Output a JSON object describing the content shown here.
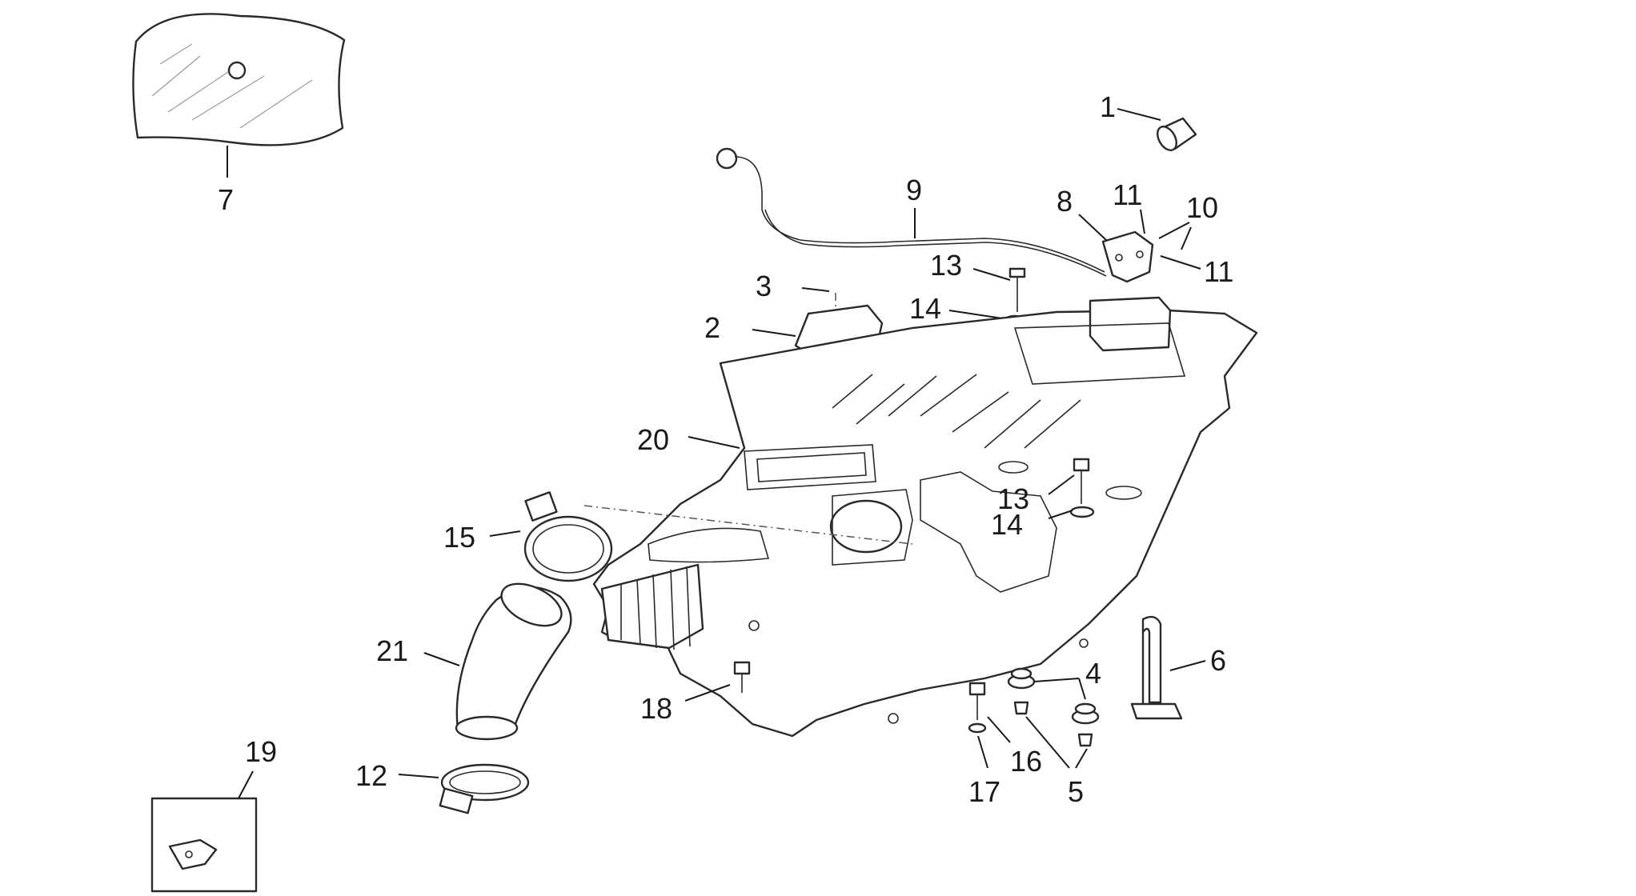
{
  "callouts": [
    {
      "id": "1",
      "label": "1"
    },
    {
      "id": "2",
      "label": "2"
    },
    {
      "id": "3",
      "label": "3"
    },
    {
      "id": "4",
      "label": "4"
    },
    {
      "id": "5",
      "label": "5"
    },
    {
      "id": "6",
      "label": "6"
    },
    {
      "id": "7",
      "label": "7"
    },
    {
      "id": "8",
      "label": "8"
    },
    {
      "id": "9",
      "label": "9"
    },
    {
      "id": "10",
      "label": "10"
    },
    {
      "id": "11a",
      "label": "11"
    },
    {
      "id": "11b",
      "label": "11"
    },
    {
      "id": "12",
      "label": "12"
    },
    {
      "id": "13a",
      "label": "13"
    },
    {
      "id": "13b",
      "label": "13"
    },
    {
      "id": "14a",
      "label": "14"
    },
    {
      "id": "14b",
      "label": "14"
    },
    {
      "id": "15",
      "label": "15"
    },
    {
      "id": "16",
      "label": "16"
    },
    {
      "id": "17",
      "label": "17"
    },
    {
      "id": "18",
      "label": "18"
    },
    {
      "id": "19",
      "label": "19"
    },
    {
      "id": "20",
      "label": "20"
    },
    {
      "id": "21",
      "label": "21"
    }
  ]
}
